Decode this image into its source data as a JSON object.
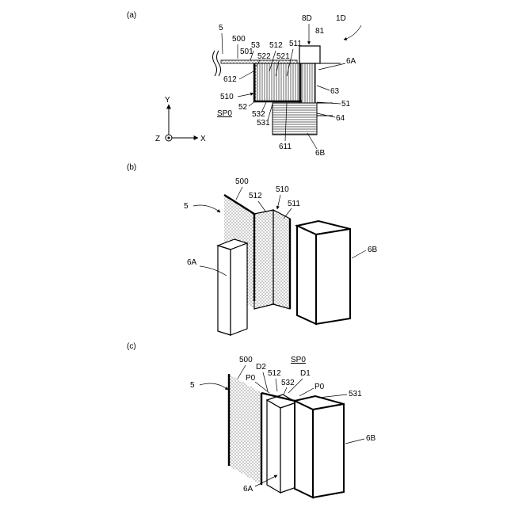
{
  "figure": {
    "panels": {
      "a": {
        "caption": "(a)",
        "labels": {
          "l1D": "1D",
          "l8D": "8D",
          "l81": "81",
          "l5": "5",
          "l500": "500",
          "l501": "501",
          "l53": "53",
          "l522": "522",
          "l512": "512",
          "l521": "521",
          "l511": "511",
          "l6A": "6A",
          "l612": "612",
          "l510": "510",
          "l63": "63",
          "l52": "52",
          "l532": "532",
          "l51": "51",
          "l531": "531",
          "l64": "64",
          "l611": "611",
          "l6B": "6B",
          "sp0": "SP0"
        },
        "axes": {
          "y": "Y",
          "z": "Z",
          "x": "X"
        }
      },
      "b": {
        "caption": "(b)",
        "labels": {
          "l500": "500",
          "l5": "5",
          "l512": "512",
          "l510": "510",
          "l511": "511",
          "l6A": "6A",
          "l6B": "6B"
        }
      },
      "c": {
        "caption": "(c)",
        "labels": {
          "l500": "500",
          "lD2": "D2",
          "sp0": "SP0",
          "lP0a": "P0",
          "l512": "512",
          "lD1": "D1",
          "l532": "532",
          "lP0b": "P0",
          "l531": "531",
          "l5": "5",
          "l6B": "6B",
          "l6A": "6A"
        }
      }
    },
    "colors": {
      "ink": "#000000",
      "paper": "#ffffff"
    }
  }
}
